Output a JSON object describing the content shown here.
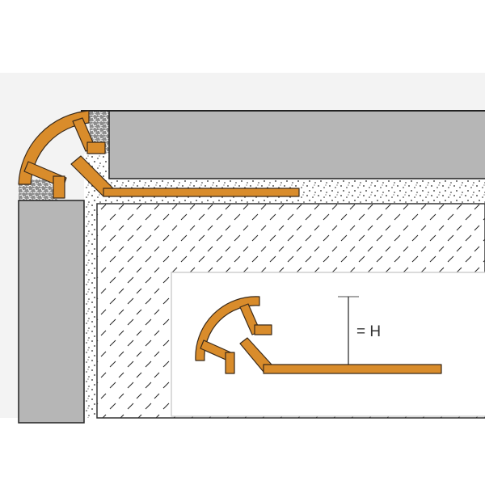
{
  "diagram": {
    "subject": "Rounded internal corner tile edge trim profile cross-section",
    "colors": {
      "background": "#ffffff",
      "drawing_area": "#f3f3f3",
      "profile": "#d98c2b",
      "profile_outline": "#3a2a1a",
      "tile": "#b6b6b6",
      "tile_outline": "#2a2a2a",
      "grout": "#9a9a9a",
      "adhesive": "#ffffff",
      "substrate": "#ffffff",
      "inset_border": "#cfcfcf"
    },
    "layers": [
      {
        "name": "wall-tile",
        "label": ""
      },
      {
        "name": "floor-tile",
        "label": ""
      },
      {
        "name": "tile-adhesive",
        "label": ""
      },
      {
        "name": "concrete-substrate",
        "label": ""
      },
      {
        "name": "corner-profile",
        "label": ""
      }
    ],
    "inset": {
      "dimension_label": "= H"
    }
  }
}
